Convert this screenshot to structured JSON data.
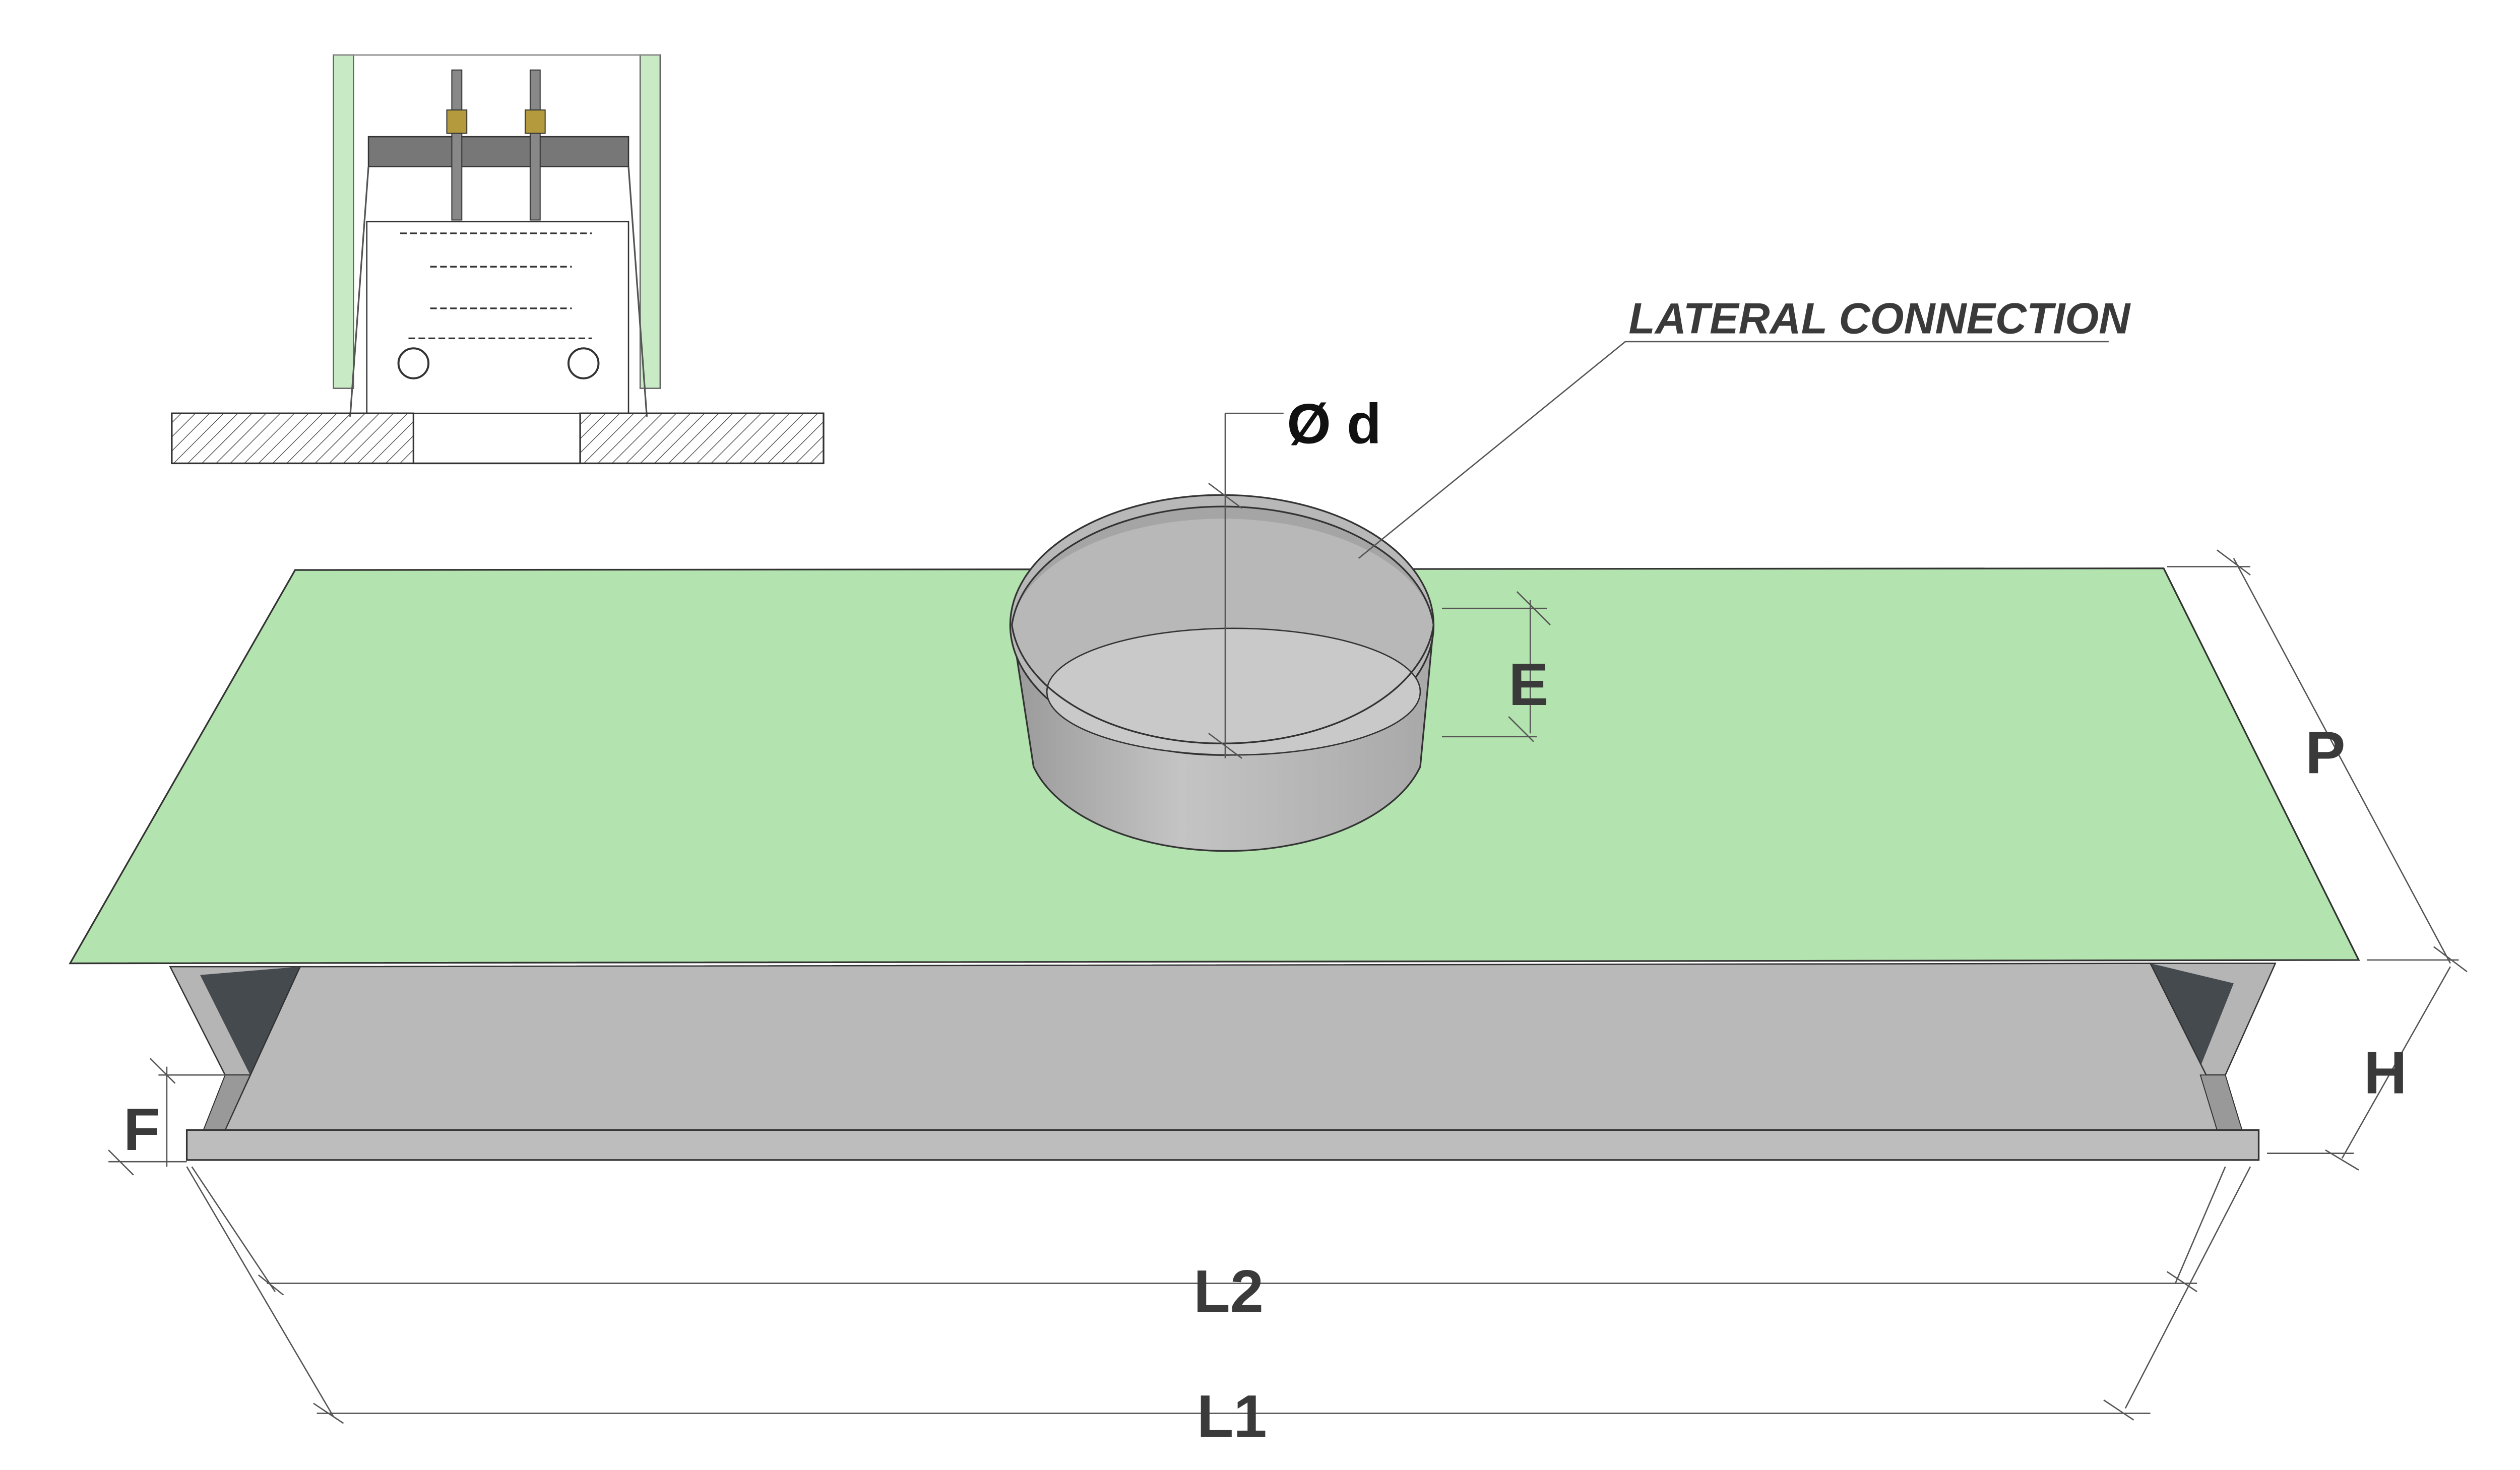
{
  "labels": {
    "lateral_connection": "LATERAL CONNECTION",
    "diameter": "Ø d",
    "e": "E",
    "p": "P",
    "h": "H",
    "f": "F",
    "l2": "L2",
    "l1": "L1"
  },
  "colors": {
    "plate": "#b3e3ae",
    "metal": "#b5b5b5",
    "metal_dark": "#454a4f",
    "inset_wall": "#c8eac4"
  }
}
